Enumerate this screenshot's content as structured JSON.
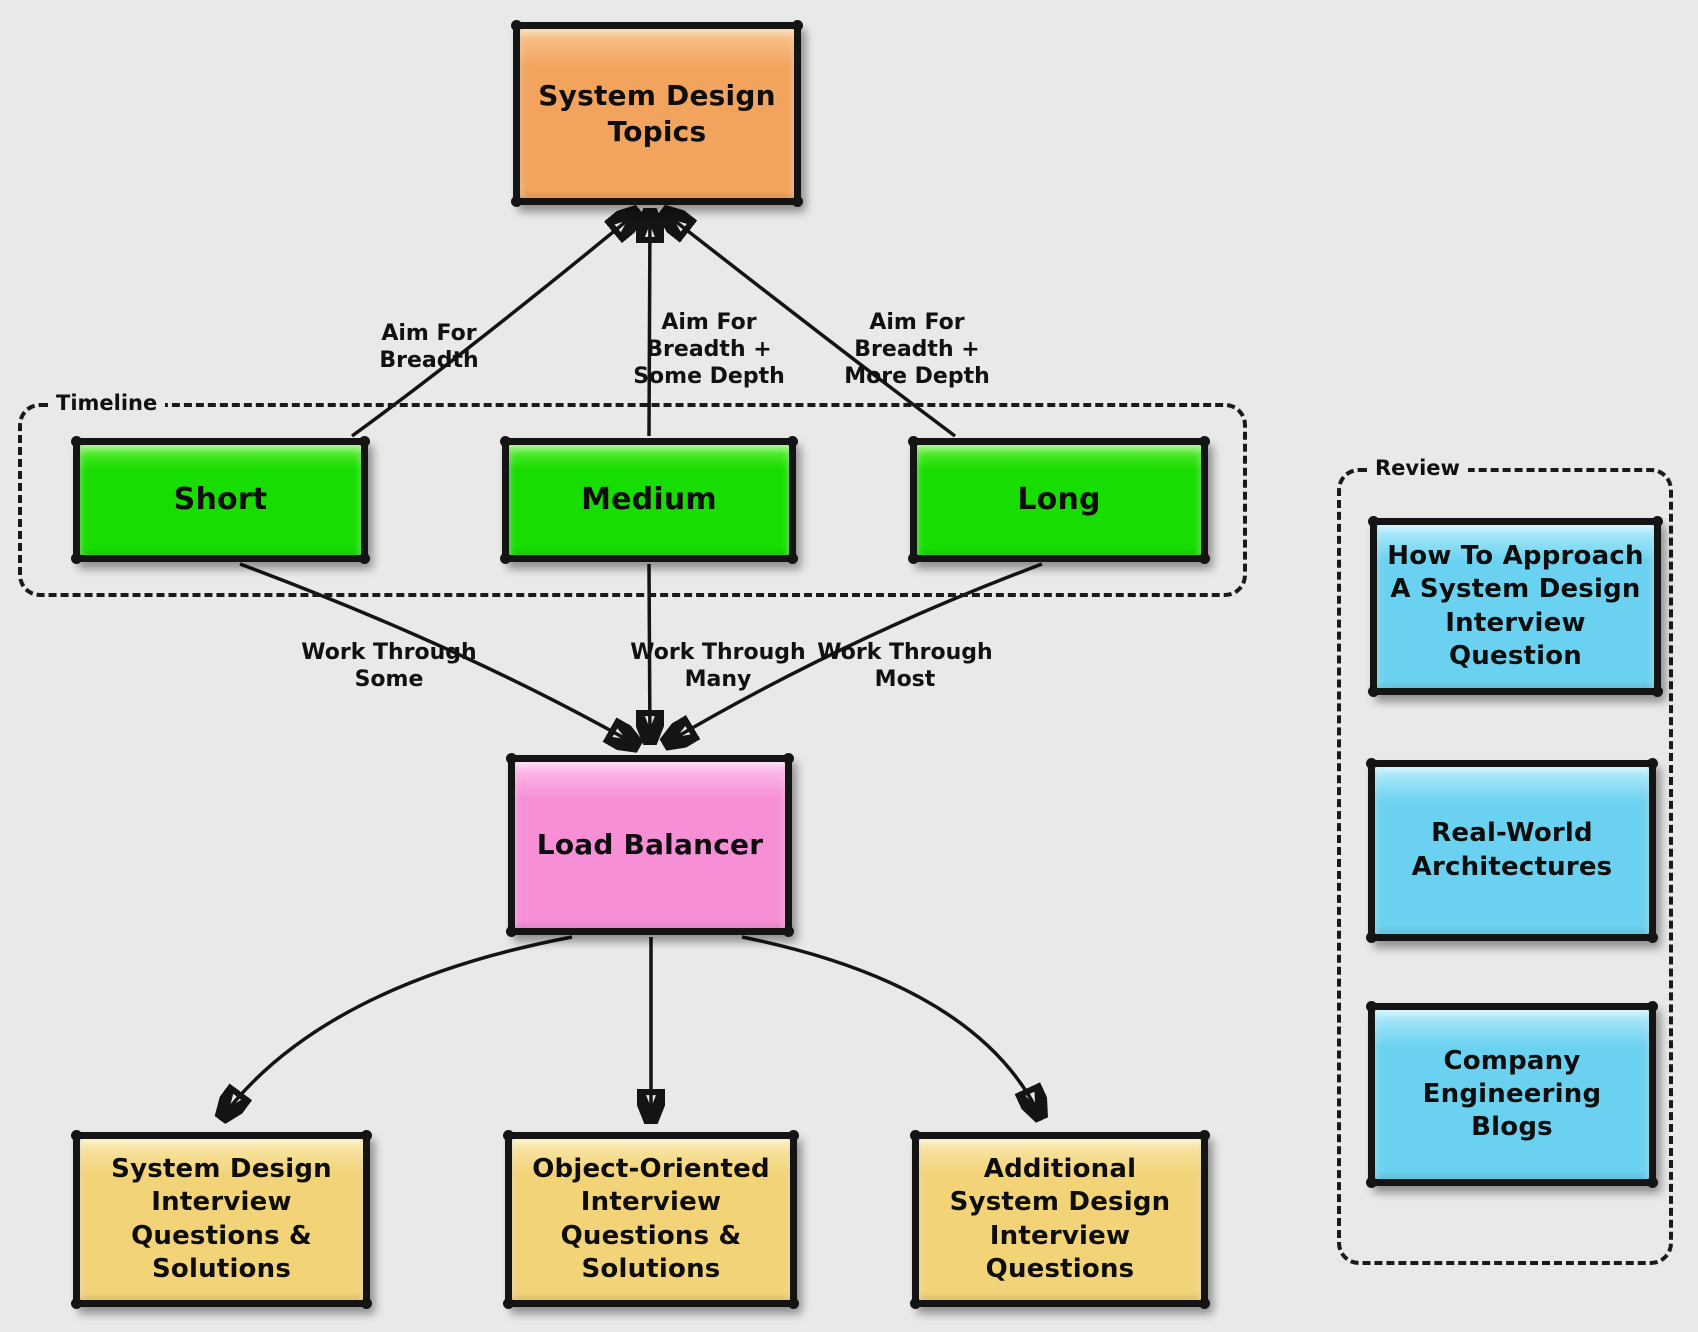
{
  "colors": {
    "background": "#e9e9e9",
    "stroke": "#141414",
    "orange": "#f2a45f",
    "green": "#17dd00",
    "pink": "#f78fd7",
    "tan": "#f3d378",
    "blue": "#6ad2f0"
  },
  "nodes": {
    "topics": {
      "label": "System Design\nTopics",
      "fill": "#f2a45f",
      "light": "#f8c68f"
    },
    "short": {
      "label": "Short",
      "fill": "#17dd00",
      "light": "#67ef3f"
    },
    "medium": {
      "label": "Medium",
      "fill": "#17dd00",
      "light": "#67ef3f"
    },
    "long": {
      "label": "Long",
      "fill": "#17dd00",
      "light": "#67ef3f"
    },
    "load_balancer": {
      "label": "Load Balancer",
      "fill": "#f78fd7",
      "light": "#fcc3ec"
    },
    "sdiq": {
      "label": "System Design\nInterview\nQuestions &\nSolutions",
      "fill": "#f3d378",
      "light": "#f9e8ad"
    },
    "ooiq": {
      "label": "Object-Oriented\nInterview\nQuestions &\nSolutions",
      "fill": "#f3d378",
      "light": "#f9e8ad"
    },
    "asdiq": {
      "label": "Additional\nSystem Design\nInterview\nQuestions",
      "fill": "#f3d378",
      "light": "#f9e8ad"
    },
    "approach": {
      "label": "How To Approach\nA System Design\nInterview\nQuestion",
      "fill": "#6ad2f0",
      "light": "#b5ecfb"
    },
    "realworld": {
      "label": "Real-World\nArchitectures",
      "fill": "#6ad2f0",
      "light": "#b5ecfb"
    },
    "blogs": {
      "label": "Company\nEngineering\nBlogs",
      "fill": "#6ad2f0",
      "light": "#b5ecfb"
    }
  },
  "groups": {
    "timeline": {
      "label": "Timeline"
    },
    "review": {
      "label": "Review"
    }
  },
  "edge_labels": {
    "breadth": "Aim For\nBreadth",
    "breadth_some": "Aim For\nBreadth +\nSome Depth",
    "breadth_more": "Aim For\nBreadth +\nMore Depth",
    "work_some": "Work Through\nSome",
    "work_many": "Work Through\nMany",
    "work_most": "Work Through\nMost"
  }
}
